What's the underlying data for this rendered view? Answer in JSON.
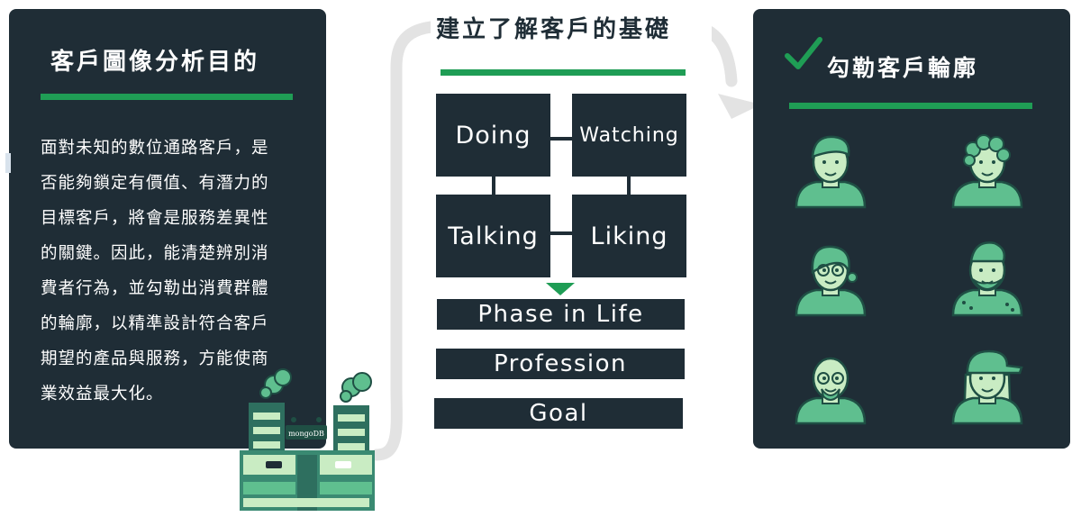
{
  "left_panel": {
    "title": "客戶圖像分析目的",
    "lines": [
      "面對未知的數位通路客戶，是",
      "否能夠鎖定有價值、有潛力的",
      "目標客戶，將會是服務差異性",
      "的關鍵。因此，能清楚辨別消",
      "費者行為，並勾勒出消費群體",
      "的輪廓，以精準設計符合客戶",
      "期望的產品與服務，方能使商",
      "業效益最大化。"
    ]
  },
  "center": {
    "title": "建立了解客戶的基礎",
    "grid": [
      "Doing",
      "Watching",
      "Talking",
      "Liking"
    ],
    "bars": [
      "Phase in Life",
      "Profession",
      "Goal"
    ]
  },
  "right_panel": {
    "title": "勾勒客戶輪廓",
    "check_icon": "check-icon",
    "avatars": [
      "person-1",
      "person-2",
      "person-3",
      "person-4",
      "person-5",
      "person-6"
    ]
  },
  "factory": {
    "sign": "mongoDB"
  },
  "colors": {
    "panel": "#1f2d36",
    "accent": "#1f9d55",
    "light_green": "#c9ecc3",
    "mid_green": "#5fbf8f",
    "curve": "#e3e3e3"
  }
}
